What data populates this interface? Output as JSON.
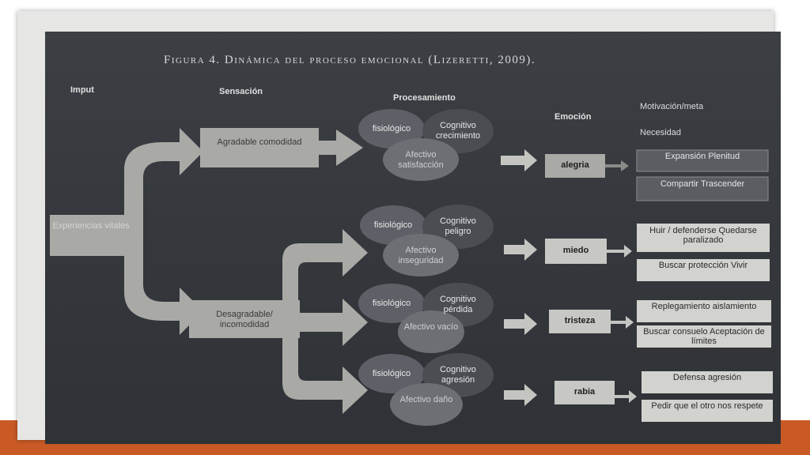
{
  "figure": {
    "title": "Figura 4. Dinámica del proceso emocional (Lizeretti, 2009)."
  },
  "headers": {
    "imput": "Imput",
    "sensacion": "Sensación",
    "procesamiento": "Procesamiento",
    "emocion": "Emoción",
    "motivacion": "Motivación/meta",
    "necesidad": "Necesidad"
  },
  "inputs": {
    "experiencias": "Experiencias vitales"
  },
  "sensations": {
    "agradable": "Agradable comodidad",
    "desagradable": "Desagradable/ incomodidad"
  },
  "branches": [
    {
      "fisiologico": "fisiológico",
      "cognitivo": "Cognitivo crecimiento",
      "afectivo": "Afectivo satisfacción",
      "emotion": "alegria",
      "motivation": "Expansión Plenitud",
      "need": "Compartir Trascender"
    },
    {
      "fisiologico": "fisiológico",
      "cognitivo": "Cognitivo peligro",
      "afectivo": "Afectivo inseguridad",
      "emotion": "miedo",
      "motivation": "Huir / defenderse Quedarse paralizado",
      "need": "Buscar protección Vivir"
    },
    {
      "fisiologico": "fisiológico",
      "cognitivo": "Cognitivo pérdida",
      "afectivo": "Afectivo vacío",
      "emotion": "tristeza",
      "motivation": "Replegamiento aislamiento",
      "need": "Buscar consuelo Aceptación de límites"
    },
    {
      "fisiologico": "fisiológico",
      "cognitivo": "Cognitivo agresión",
      "afectivo": "Afectivo daño",
      "emotion": "rabia",
      "motivation": "Defensa agresión",
      "need": "Pedir que el otro nos respete"
    }
  ]
}
